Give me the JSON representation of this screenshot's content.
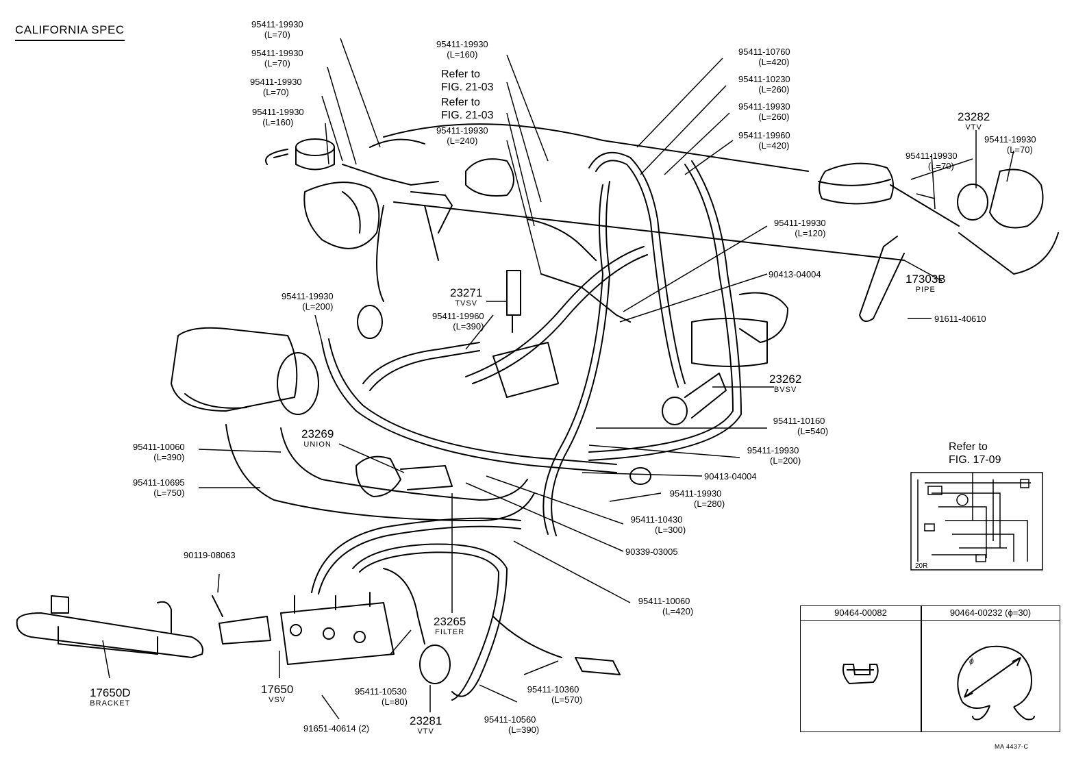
{
  "title": "CALIFORNIA SPEC",
  "hose_labels": [
    {
      "code": "95411-19930",
      "length": "(L=70)"
    },
    {
      "code": "95411-19930",
      "length": "(L=70)"
    },
    {
      "code": "95411-19930",
      "length": "(L=70)"
    },
    {
      "code": "95411-19930",
      "length": "(L=160)"
    },
    {
      "code": "95411-19930",
      "length": "(L=160)"
    },
    {
      "code": "95411-19930",
      "length": "(L=240)"
    },
    {
      "code": "95411-10760",
      "length": "(L=420)"
    },
    {
      "code": "95411-10230",
      "length": "(L=260)"
    },
    {
      "code": "95411-19930",
      "length": "(L=260)"
    },
    {
      "code": "95411-19960",
      "length": "(L=420)"
    },
    {
      "code": "95411-19930",
      "length": "(L=70)"
    },
    {
      "code": "95411-19930",
      "length": "(L=70)"
    },
    {
      "code": "95411-19930",
      "length": "(L=120)"
    },
    {
      "code": "95411-19930",
      "length": "(L=200)"
    },
    {
      "code": "95411-19960",
      "length": "(L=390)"
    },
    {
      "code": "95411-10160",
      "length": "(L=540)"
    },
    {
      "code": "95411-19930",
      "length": "(L=200)"
    },
    {
      "code": "95411-10060",
      "length": "(L=390)"
    },
    {
      "code": "95411-10695",
      "length": "(L=750)"
    },
    {
      "code": "95411-19930",
      "length": "(L=280)"
    },
    {
      "code": "95411-10430",
      "length": "(L=300)"
    },
    {
      "code": "95411-10060",
      "length": "(L=420)"
    },
    {
      "code": "95411-10530",
      "length": "(L=80)"
    },
    {
      "code": "95411-10360",
      "length": "(L=570)"
    },
    {
      "code": "95411-10560",
      "length": "(L=390)"
    }
  ],
  "refer_labels": [
    {
      "text": "Refer to",
      "fig": "FIG. 21-03"
    },
    {
      "text": "Refer to",
      "fig": "FIG. 21-03"
    },
    {
      "text": "Refer to",
      "fig": "FIG. 17-09"
    }
  ],
  "part_labels": [
    {
      "number": "23282",
      "name": "VTV"
    },
    {
      "number": "23271",
      "name": "TVSV"
    },
    {
      "number": "17303B",
      "name": "PIPE"
    },
    {
      "number": "23262",
      "name": "BVSV"
    },
    {
      "number": "23269",
      "name": "UNION"
    },
    {
      "number": "23265",
      "name": "FILTER"
    },
    {
      "number": "17650D",
      "name": "BRACKET"
    },
    {
      "number": "17650",
      "name": "VSV"
    },
    {
      "number": "23281",
      "name": "VTV"
    }
  ],
  "single_labels": [
    "90413-04004",
    "91611-40610",
    "90413-04004",
    "90339-03005",
    "90119-08063",
    "91651-40614 (2)"
  ],
  "table": {
    "col1": "90464-00082",
    "col2": "90464-00232 (ϕ=30)"
  },
  "figure_code": "MA  4437-C",
  "inset_tag": "20R",
  "diameter_symbol": "ϕ"
}
